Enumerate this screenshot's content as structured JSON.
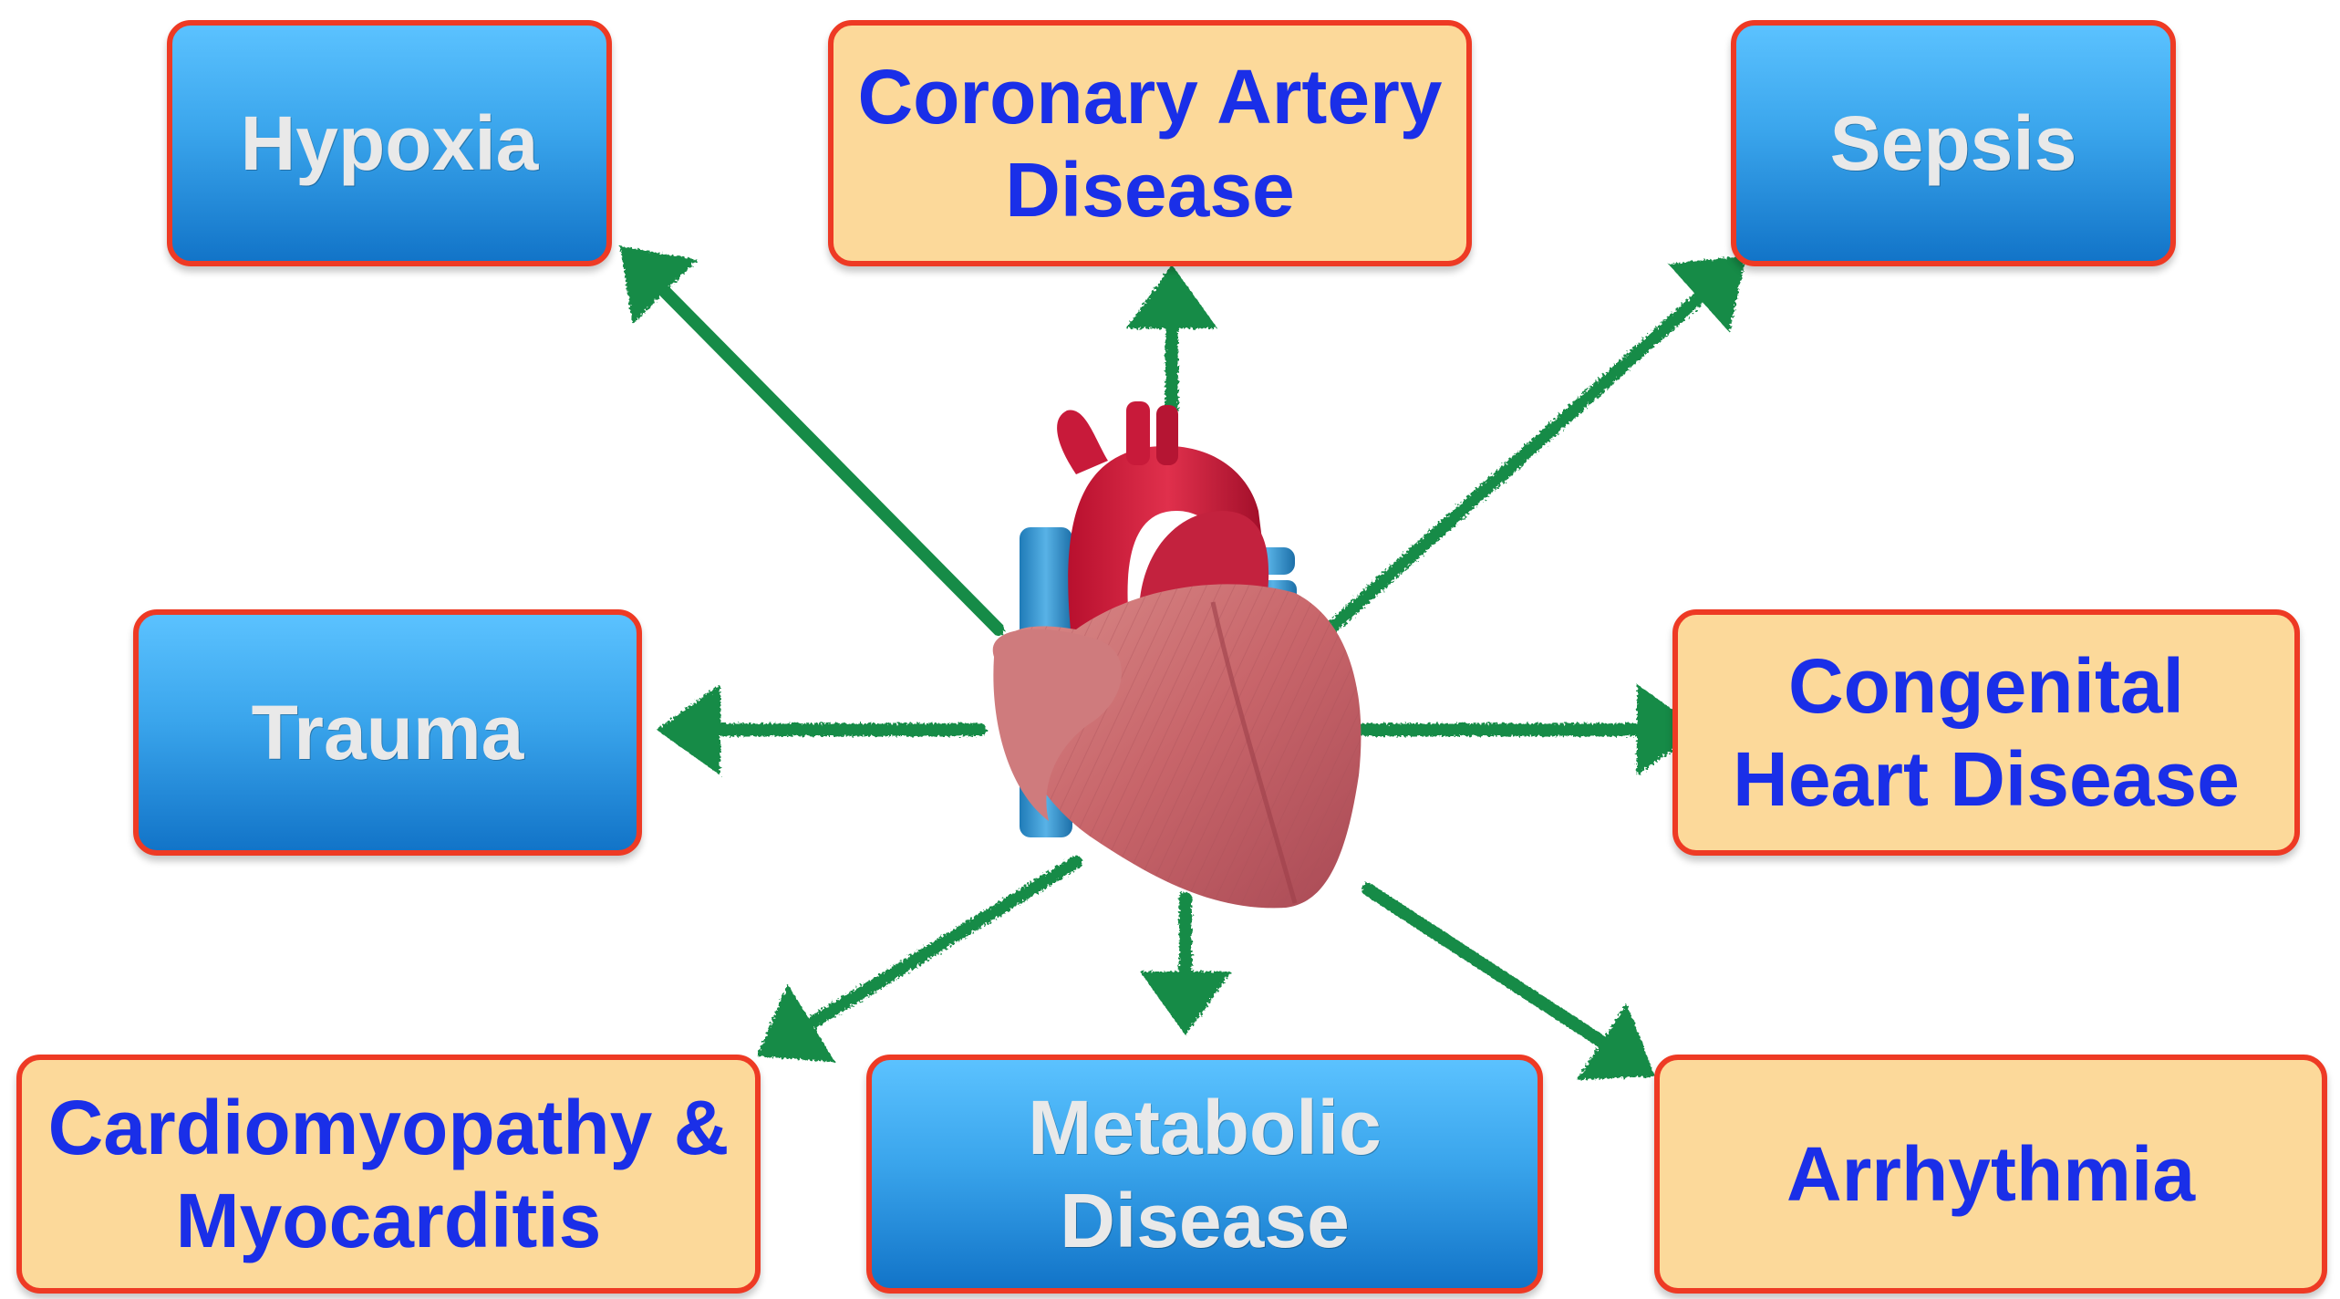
{
  "colors": {
    "blue_box_text": "#e9e9e9",
    "orange_box_text": "#1a2fe8",
    "blue_box_fill": "#2e96e0",
    "orange_box_fill": "#fcd99a",
    "box_border": "#ee3a24",
    "arrow": "#168b47"
  },
  "center_image": "heart-illustration",
  "causes": {
    "hypoxia": {
      "lines": [
        "Hypoxia"
      ],
      "style": "blue"
    },
    "coronary_artery_disease": {
      "lines": [
        "Coronary Artery",
        "Disease"
      ],
      "style": "orange"
    },
    "sepsis": {
      "lines": [
        "Sepsis"
      ],
      "style": "blue"
    },
    "trauma": {
      "lines": [
        "Trauma"
      ],
      "style": "blue"
    },
    "congenital_heart_disease": {
      "lines": [
        "Congenital",
        "Heart Disease"
      ],
      "style": "orange"
    },
    "cardiomyopathy_myocarditis": {
      "lines": [
        "Cardiomyopathy &",
        "Myocarditis"
      ],
      "style": "orange"
    },
    "metabolic_disease": {
      "lines": [
        "Metabolic",
        "Disease"
      ],
      "style": "blue"
    },
    "arrhythmia": {
      "lines": [
        "Arrhythmia"
      ],
      "style": "orange"
    }
  }
}
